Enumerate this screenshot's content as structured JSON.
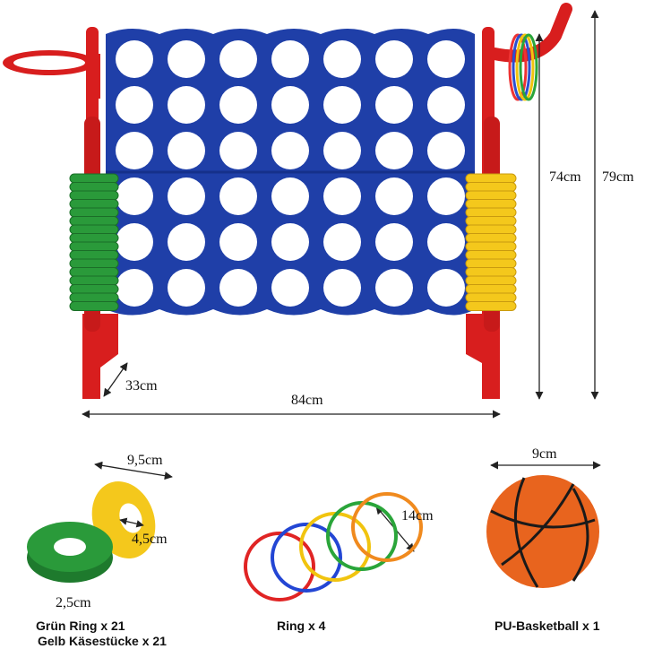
{
  "product_image": {
    "dimensions": {
      "height_inner": "74cm",
      "height_total": "79cm",
      "width": "84cm",
      "depth": "33cm",
      "disc_diameter": "9,5cm",
      "disc_hole": "4,5cm",
      "disc_thickness": "2,5cm",
      "ring_diameter": "14cm",
      "ball_diameter": "9cm"
    },
    "captions": {
      "discs_line1": "Grün Ring x 21",
      "discs_line2": "Gelb Käsestücke x 21",
      "rings": "Ring x 4",
      "ball": "PU-Basketball x 1"
    },
    "colors": {
      "board": "#1f3fa8",
      "frame": "#d81e1e",
      "green_disc": "#2a9a3a",
      "yellow_disc": "#f4c81c",
      "ball": "#e8641e"
    }
  }
}
